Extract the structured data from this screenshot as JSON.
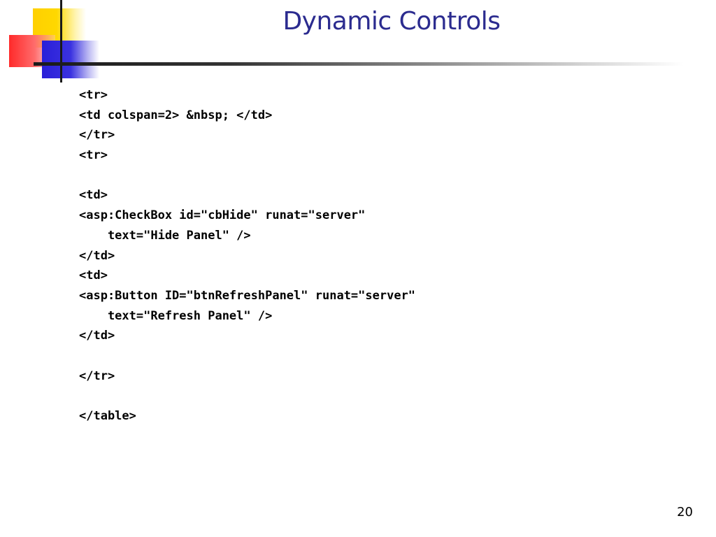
{
  "slide": {
    "title": "Dynamic Controls",
    "page_number": "20",
    "code_lines": [
      "<tr>",
      "<td colspan=2> &nbsp; </td>",
      "</tr>",
      "<tr>",
      "",
      "<td>",
      "<asp:CheckBox id=\"cbHide\" runat=\"server\"",
      "    text=\"Hide Panel\" />",
      "</td>",
      "<td>",
      "<asp:Button ID=\"btnRefreshPanel\" runat=\"server\"",
      "    text=\"Refresh Panel\" />",
      "</td>",
      "",
      "</tr>",
      "",
      "</table>"
    ]
  },
  "colors": {
    "title": "#2b2b8f",
    "logo_yellow": "#ffd000",
    "logo_red": "#ff2a2a",
    "logo_blue": "#2a1fd8"
  }
}
